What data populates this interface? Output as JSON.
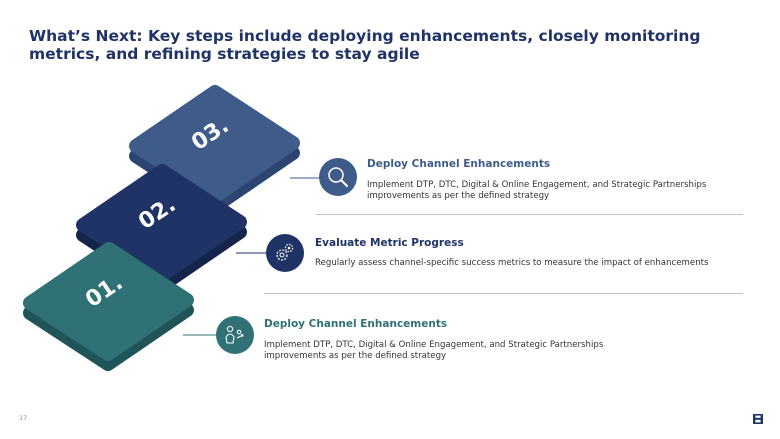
{
  "slide": {
    "title": "What’s Next:  Key steps include deploying enhancements, closely monitoring metrics, and refining strategies to stay agile",
    "page_number": "17"
  },
  "colors": {
    "title": "#1f3366",
    "step_1": "#2f7174",
    "step_2": "#1f3366",
    "step_3": "#3e5b8a"
  },
  "steps": [
    {
      "number": "01.",
      "icon": "team-growth-icon",
      "heading": "Deploy Channel Enhancements",
      "description": "Implement DTP, DTC, Digital & Online Engagement, and Strategic Partnerships improvements as per the defined strategy"
    },
    {
      "number": "02.",
      "icon": "gears-icon",
      "heading": "Evaluate Metric Progress",
      "description": "Regularly assess channel-specific success metrics to measure the impact of enhancements"
    },
    {
      "number": "03.",
      "icon": "magnifier-icon",
      "heading": "Deploy Channel Enhancements",
      "description": " Implement DTP, DTC, Digital & Online Engagement, and Strategic Partnerships improvements as per the defined strategy"
    }
  ]
}
